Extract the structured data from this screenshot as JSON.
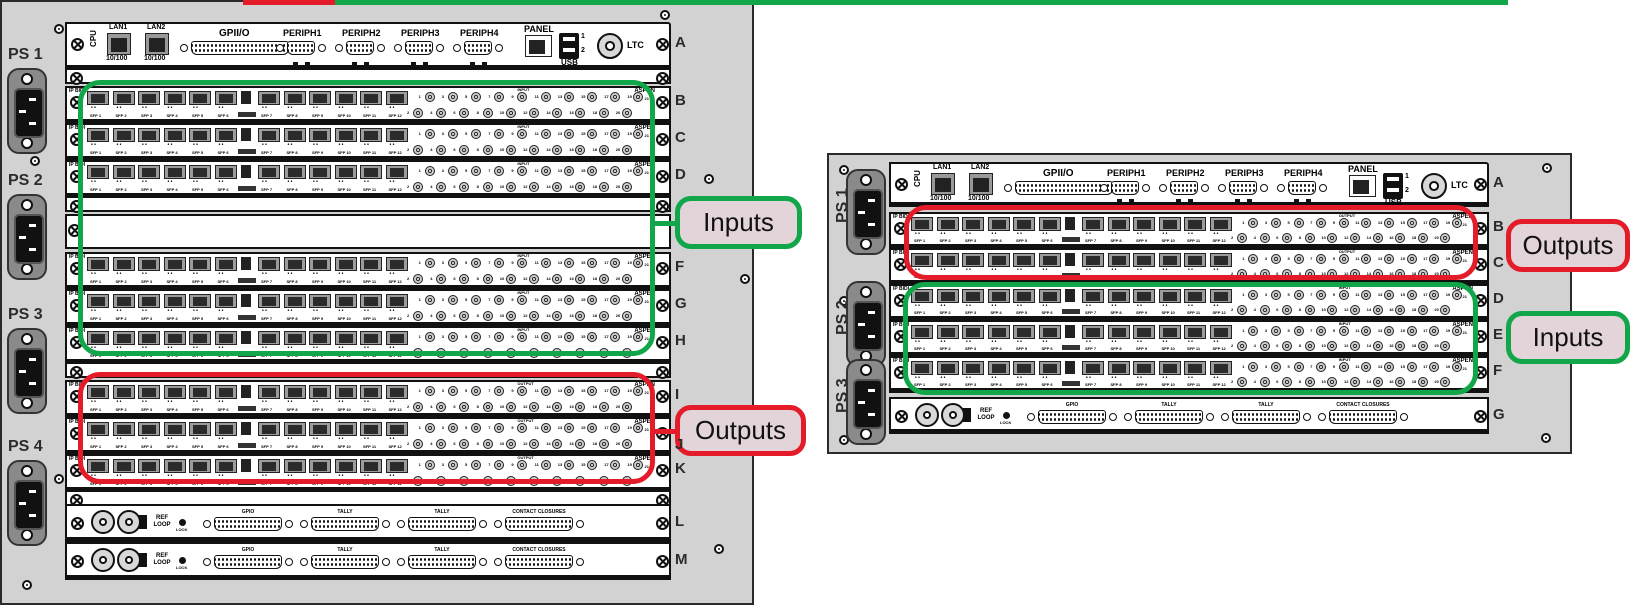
{
  "colors": {
    "inputs": "#12a64a",
    "outputs": "#e41c2a",
    "chassis": "#d2d2d2",
    "callout_fill": "#e2d4d9"
  },
  "chassis_large": {
    "power_supplies": [
      "PS 1",
      "PS 2",
      "PS 3",
      "PS 4"
    ],
    "cpu_card": {
      "slot": "A",
      "cpu_label": "CPU",
      "lan": [
        {
          "name": "LAN1",
          "speed": "10/100"
        },
        {
          "name": "LAN2",
          "speed": "10/100"
        }
      ],
      "gpio_label": "GPII/O",
      "periph": [
        "PERIPH1",
        "PERIPH2",
        "PERIPH3",
        "PERIPH4"
      ],
      "panel_label": "PANEL",
      "usb_label": "USB",
      "usb_ports": [
        "1",
        "2"
      ],
      "ltc_label": "LTC"
    },
    "io_cards": [
      {
        "slot": "B",
        "type": "INPUT"
      },
      {
        "slot": "C",
        "type": "INPUT"
      },
      {
        "slot": "D",
        "type": "INPUT"
      },
      {
        "slot": "F",
        "type": "INPUT"
      },
      {
        "slot": "G",
        "type": "INPUT"
      },
      {
        "slot": "H",
        "type": "INPUT"
      },
      {
        "slot": "I",
        "type": "OUTPUT"
      },
      {
        "slot": "J",
        "type": "OUTPUT"
      },
      {
        "slot": "K",
        "type": "OUTPUT"
      }
    ],
    "ref_cards": [
      {
        "slot": "L"
      },
      {
        "slot": "M"
      }
    ]
  },
  "chassis_small": {
    "power_supplies": [
      "PS 1",
      "PS 2",
      "PS 3"
    ],
    "cpu_slot": "A",
    "io_cards": [
      {
        "slot": "B",
        "type": "OUTPUT"
      },
      {
        "slot": "C",
        "type": "OUTPUT"
      },
      {
        "slot": "D",
        "type": "INPUT"
      },
      {
        "slot": "E",
        "type": "INPUT"
      },
      {
        "slot": "F",
        "type": "INPUT"
      }
    ],
    "ref_cards": [
      {
        "slot": "G"
      }
    ]
  },
  "io_card": {
    "ip_label": "IP BIDI",
    "sfp_labels": [
      "SFP 1",
      "SFP 2",
      "SFP 3",
      "SFP 4",
      "SFP 5",
      "SFP 6",
      "SFP 7",
      "SFP 8",
      "SFP 9",
      "SFP 10",
      "SFP 11",
      "SFP 12"
    ],
    "bnc_numbers": [
      "1",
      "2",
      "3",
      "4",
      "5",
      "6",
      "7",
      "8",
      "9",
      "10",
      "11",
      "12",
      "13",
      "14",
      "15",
      "16",
      "17",
      "18",
      "19",
      "20",
      "21"
    ],
    "aspen_label": "ASPEN"
  },
  "ref_card": {
    "ref_loop_label": "REF LOOP",
    "lock_label": "LOCK",
    "connectors": [
      "GPIO",
      "TALLY",
      "TALLY",
      "CONTACT CLOSURES"
    ]
  },
  "callouts": {
    "left_inputs": "Inputs",
    "left_outputs": "Outputs",
    "right_outputs": "Outputs",
    "right_inputs": "Inputs"
  }
}
